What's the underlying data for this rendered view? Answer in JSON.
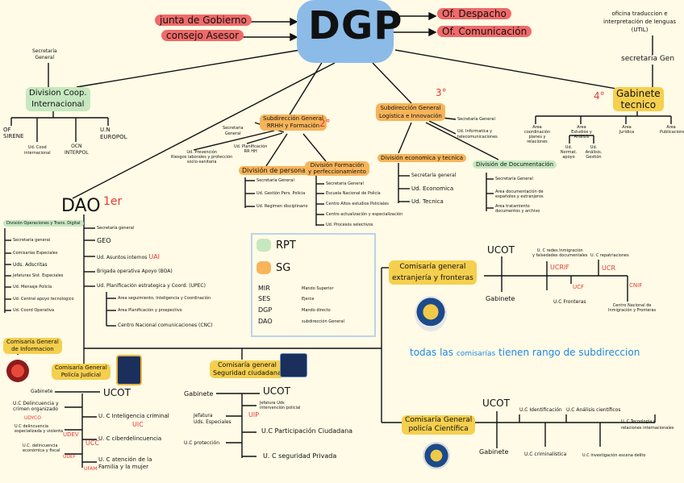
{
  "top": {
    "dgp": "DGP",
    "junta": "junta de Gobierno",
    "consejo": "consejo Asesor",
    "despacho": "Of. Despacho",
    "comunicacion": "Of. Comunicación",
    "oficina_trad_1": "oficina traduccion e",
    "oficina_trad_2": "interpretación de lenguas",
    "oficina_trad_3": "(UTIL)",
    "secretaria_gen": "secretaria Gen",
    "secretaria_general_left_1": "Secretaría",
    "secretaria_general_left_2": "General"
  },
  "coop": {
    "title_1": "Division Coop.",
    "title_2": "Internacional",
    "of_sirene_1": "OF",
    "of_sirene_2": "SIRENE",
    "coord_1": "Ud. Cood",
    "coord_2": "internacional",
    "ocn_1": "OCN",
    "ocn_2": "INTERPOL",
    "un_europol_1": "U.N",
    "un_europol_2": "EUROPOL"
  },
  "rrhh": {
    "number": "2°",
    "title_1": "Subdirección General",
    "title_2": "RRHH y Formación",
    "secretaria_1": "Secretaria",
    "secretaria_2": "General",
    "prevencion_1": "Ud. Prevención",
    "prevencion_2": "Riesgos laborales y protección",
    "prevencion_3": "socio-sanitaria",
    "planificacion_1": "Ud. Planificación",
    "planificacion_2": "RR HH",
    "div_personal": "División de personal",
    "personal_items": [
      "Secretaría General",
      "Ud. Gestión Pers. Policia",
      "Ud. Regimen disciplinario"
    ],
    "div_formacion_1": "División Formación",
    "div_formacion_2": "y perfeccionamiento",
    "formacion_items": [
      "Secretaria General",
      "Escuela Nacional de Policía",
      "Centro Altos estudios Policiales",
      "Centro actualización y especialización",
      "Ud. Procesos selectivos"
    ]
  },
  "logistica": {
    "number": "3°",
    "title_1": "Subdirección General",
    "title_2": "Logística e Innovación",
    "secretaria": "Secretaría General",
    "informatica_1": "Ud. Informatica y",
    "informatica_2": "telecomunicaciones",
    "div_economica": "División economica y tecnica",
    "economica_items": [
      "Secretaría general",
      "Ud. Economica",
      "Ud. Tecnica"
    ],
    "div_documentacion": "División de Documentación",
    "doc_items": [
      "Secretaría General",
      "Area documentación de españoles y extranjeros",
      "Area tratamiento documentos y archivo"
    ]
  },
  "gabinete": {
    "number": "4°",
    "title_1": "Gabinete",
    "title_2": "tecnico",
    "items": [
      "Area coordinación planes y relaciones",
      "Area Estudios y Análisis",
      "Area Jurídica",
      "Area Publicaciones"
    ],
    "sub_items": [
      "Ud. Normat. apoyo",
      "Ud. Análisis. Gestión"
    ]
  },
  "dao": {
    "title": "DAO",
    "number": "1er",
    "div_operaciones": "División Operaciones y Trans. Digital",
    "ops_items": [
      "Secretaría general",
      "Comisarías Especiales",
      "Uds. Adscritas",
      "Jefaturas Sist. Especiales",
      "Ud. Mensaje Policía",
      "Ud. Central apoyo tecnologico",
      "Ud. Coord Operativa"
    ],
    "right_items": [
      "Secretaría general",
      "GEO",
      "Ud. Asuntos internos",
      "Brigada operativa Apoyo (BOA)",
      "Ud. Planificación estrategica y Coord. (UPEC)"
    ],
    "uai": "UAI",
    "upec_items": [
      "Area seguimiento, Inteligencia y Coordinación",
      "Area Planificación y prospectivo",
      "Centro Nacional comunicaciones (CNC)"
    ]
  },
  "legend": {
    "rpt": "RPT",
    "sg": "SG",
    "rows": [
      {
        "abbr": "MIR",
        "desc": "Mando Superior"
      },
      {
        "abbr": "SES",
        "desc": "Ejerce"
      },
      {
        "abbr": "DGP",
        "desc": "Mando directo"
      },
      {
        "abbr": "DAO",
        "desc": "subdirección General"
      }
    ],
    "colors": {
      "rpt": "#c6e8c0",
      "sg": "#f7b45a"
    }
  },
  "extranjeria": {
    "title_1": "Comisaría general",
    "title_2": "extranjería y fronteras",
    "ucot": "UCOT",
    "gabinete": "Gabinete",
    "u_c_redes_1": "U. C redes Inmigración",
    "u_c_redes_2": "y falsedades documentales",
    "ucrif": "UCRIF",
    "u_c_repatriaciones": "U. C repatriaciones",
    "ucr": "UCR",
    "ucf": "UCF",
    "u_c_fronteras": "U.C Fronteras",
    "cnif": "CNIF",
    "centro_nac_1": "Centro Nacional de",
    "centro_nac_2": "Inmigración y Fronteras",
    "rango": "todas las comisarías tienen rango de subdireccion",
    "rango_a": "todas las",
    "rango_b": "comisarías",
    "rango_c": "tienen rango de subdireccion"
  },
  "informacion": {
    "title_1": "Comisaría General",
    "title_2": "de Informacion"
  },
  "judicial": {
    "title_1": "Comisaría General",
    "title_2": "Policía Judicial",
    "gabinete": "Gabinete",
    "ucot": "UCOT",
    "delincuencia_1": "U.C Delincuencia y",
    "delincuencia_2": "crimen organizado",
    "udyco": "UDYCO",
    "violenta_1": "U.C delincuencia",
    "violenta_2": "especializada y violenta",
    "udev": "UDEV",
    "economica_1": "U.C. delincuencia",
    "economica_2": "económica y fiscal",
    "udef": "UDEF",
    "intel_criminal": "U. C Inteligencia criminal",
    "uic": "UIC",
    "ciberdelincuencia": "U. C ciberdelincuencia",
    "ucc": "UCC",
    "atencion_1": "U. C atención de la",
    "atencion_2": "Familia y la mujer",
    "ufam": "UFAM"
  },
  "seguridad": {
    "title_1": "Comisaría general",
    "title_2": "Seguridad ciudadana",
    "gabinete": "Gabinete",
    "ucot": "UCOT",
    "jefatura_1": "Jefatura",
    "jefatura_2": "Uds. Especiales",
    "jefatura_uds_1": "Jefatura Uds",
    "jefatura_uds_2": "intervención policial",
    "uip": "UIP",
    "proteccion": "U.C protección",
    "participacion": "U.C Participación Ciudadana",
    "privada": "U. C seguridad Privada"
  },
  "cientifica": {
    "title_1": "Comisaría General",
    "title_2": "policía Científica",
    "ucot": "UCOT",
    "gabinete": "Gabinete",
    "identificacion": "U.C Identificación",
    "analisis": "U.C Análisis científicos",
    "tecnologia_1": "U. C Tecnología y",
    "tecnologia_2": "relaciones internacionales",
    "criminalistica": "U.C criminalística",
    "escena": "U.C investigación escena delito"
  }
}
